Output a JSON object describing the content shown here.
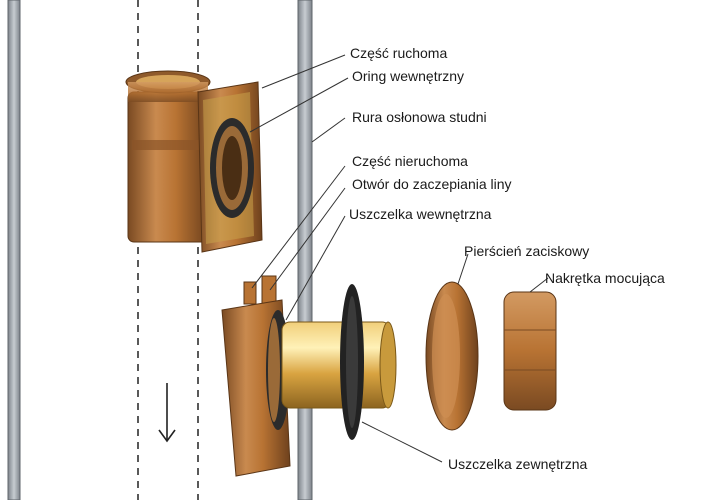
{
  "diagram": {
    "labels": {
      "czesc_ruchoma": "Część ruchoma",
      "oring_wewnetrzny": "Oring wewnętrzny",
      "rura_oslonowa": "Rura osłonowa studni",
      "czesc_nieruchoma": "Część nieruchoma",
      "otwor_liny": "Otwór do zaczepiania liny",
      "uszczelka_wewnetrzna": "Uszczelka wewnętrzna",
      "pierscien_zaciskowy": "Pierścień zaciskowy",
      "nakretka_mocujaca": "Nakrętka mocująca",
      "uszczelka_zewnetrzna": "Uszczelka zewnętrzna"
    },
    "colors": {
      "pipe": "#9aa0a6",
      "bronze": "#b87333",
      "brass": "#d9a441",
      "gasket": "#2b2b2b",
      "leader": "#333333"
    },
    "arrow_icon": "down-arrow-icon"
  }
}
